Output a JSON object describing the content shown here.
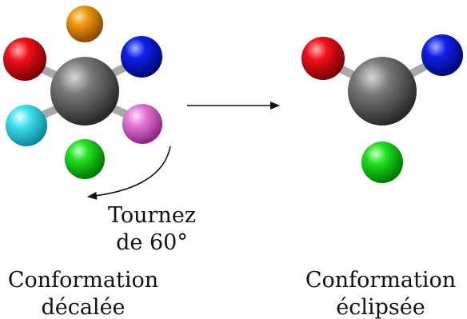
{
  "rotation_label": {
    "line1": "Tournez",
    "line2": "de 60°"
  },
  "staggered": {
    "caption_line1": "Conformation",
    "caption_line2": "décalée"
  },
  "eclipsed": {
    "caption_line1": "Conformation",
    "caption_line2": "éclipsée"
  },
  "colors": {
    "carbon": "#555555",
    "bond": "#9a9a9a",
    "orange": "#e8890c",
    "red": "#e0101a",
    "blue": "#0a16d8",
    "cyan": "#38dcec",
    "pink": "#e070d0",
    "green": "#1ad81a",
    "arrow": "#111111"
  }
}
